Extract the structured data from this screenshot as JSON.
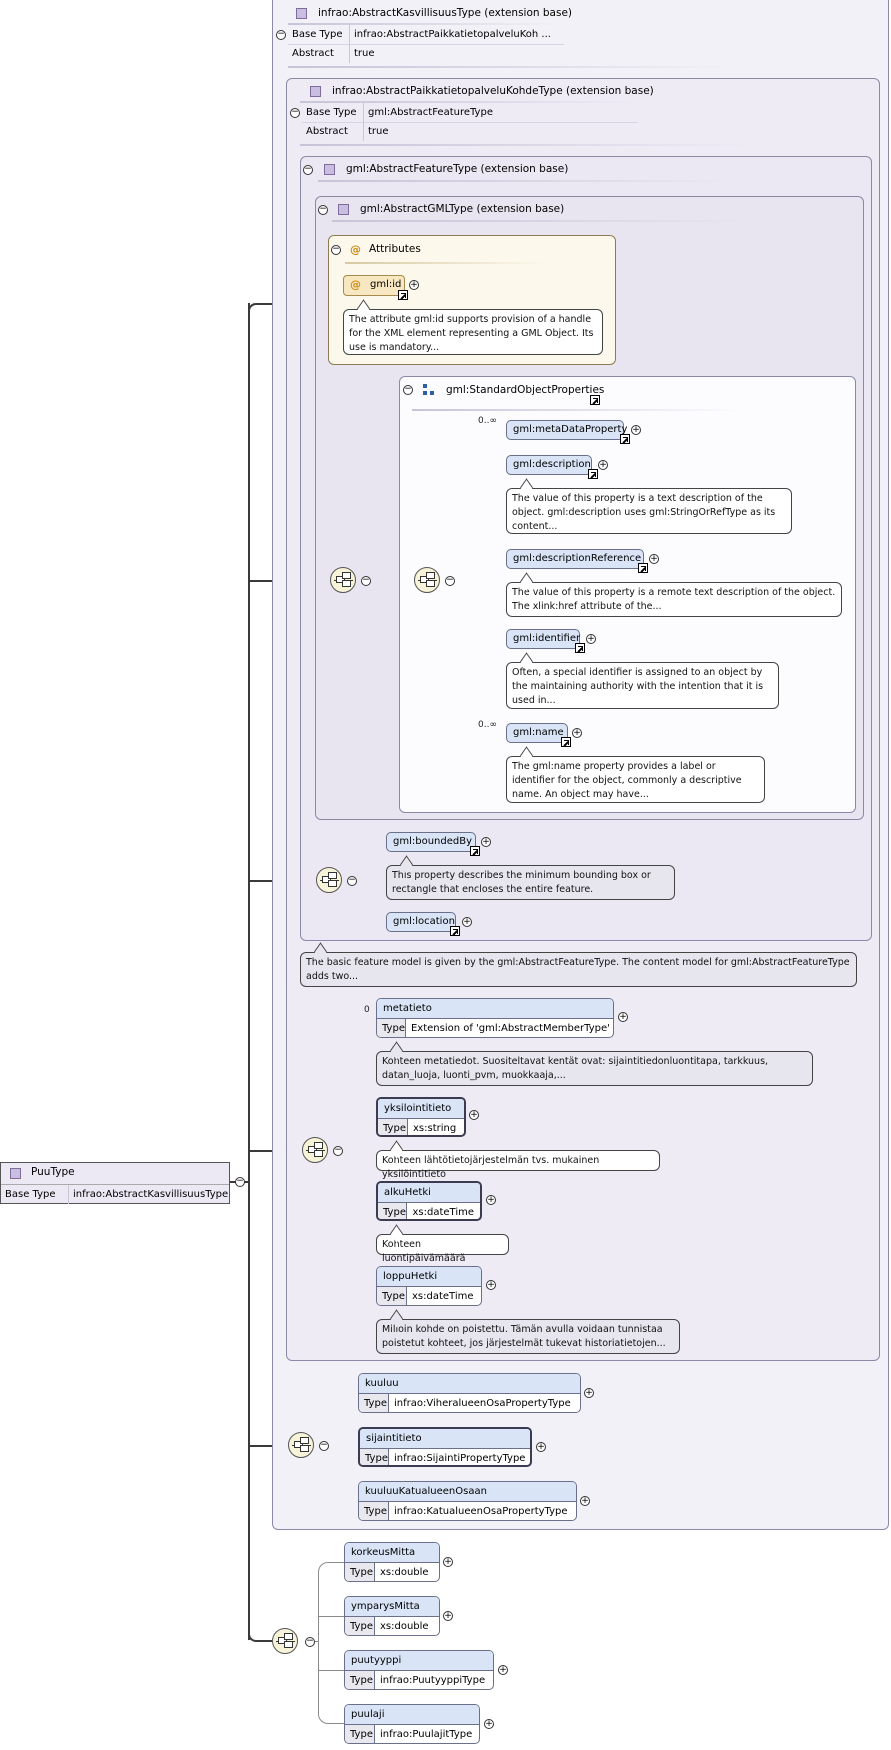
{
  "root": {
    "name": "PuuType",
    "base_key": "Base Type",
    "base_val": "infrao:AbstractKasvillisuusType"
  },
  "kasv": {
    "title": "infrao:AbstractKasvillisuusType (extension base)",
    "base_key": "Base Type",
    "base_val": "infrao:AbstractPaikkatietopalveluKoh ...",
    "abs_key": "Abstract",
    "abs_val": "true"
  },
  "paikka": {
    "title": "infrao:AbstractPaikkatietopalveluKohdeType (extension base)",
    "base_key": "Base Type",
    "base_val": "gml:AbstractFeatureType",
    "abs_key": "Abstract",
    "abs_val": "true"
  },
  "feature": {
    "title": "gml:AbstractFeatureType (extension base)",
    "doc": "The basic feature model is given by the gml:AbstractFeatureType. The content model for gml:AbstractFeatureType adds two..."
  },
  "gml": {
    "title": "gml:AbstractGMLType (extension base)"
  },
  "attributes": {
    "title": "Attributes",
    "id_label": "gml:id",
    "id_doc": "The attribute gml:id supports provision of a handle for the XML element representing a GML Object. Its use is mandatory..."
  },
  "sop": {
    "title": "gml:StandardObjectProperties",
    "card_meta": "0..∞",
    "card_name": "0..∞",
    "items": {
      "metaDataProperty": "gml:metaDataProperty",
      "description": "gml:description",
      "description_doc": "The value of this property is a text description of the object. gml:description uses gml:StringOrRefType as its content...",
      "descriptionReference": "gml:descriptionReference",
      "descriptionReference_doc": "The value of this property is a remote text description of the object. The xlink:href attribute of the...",
      "identifier": "gml:identifier",
      "identifier_doc": "Often, a special identifier is assigned to an object by the maintaining authority with the intention that it is used in...",
      "name": "gml:name",
      "name_doc": "The gml:name property provides a label or identifier for the object, commonly a descriptive name. An object may have..."
    }
  },
  "bounded": {
    "boundedBy": "gml:boundedBy",
    "boundedBy_doc": "This property describes the minimum bounding box or rectangle that encloses the entire feature.",
    "location": "gml:location"
  },
  "paikkaseq": {
    "card_meta": "0",
    "metatieto": {
      "name": "metatieto",
      "tk": "Type",
      "tv": "Extension of 'gml:AbstractMemberType'",
      "doc": "Kohteen metatiedot. Suositeltavat kentät ovat: sijaintitiedonluontitapa, tarkkuus, datan_luoja, luonti_pvm, muokkaaja,..."
    },
    "yksilointitieto": {
      "name": "yksilointitieto",
      "tk": "Type",
      "tv": "xs:string",
      "doc": "Kohteen lähtötietojärjestelmän tvs. mukainen yksilöintitieto"
    },
    "alkuHetki": {
      "name": "alkuHetki",
      "tk": "Type",
      "tv": "xs:dateTime",
      "doc": "Kohteen luontipäivämäärä"
    },
    "loppuHetki": {
      "name": "loppuHetki",
      "tk": "Type",
      "tv": "xs:dateTime",
      "doc": "Milloin kohde on poistettu. Tämän avulla voidaan tunnistaa poistetut kohteet, jos järjestelmät tukevat historiatietojen..."
    }
  },
  "kasvseq": {
    "kuuluu": {
      "name": "kuuluu",
      "tk": "Type",
      "tv": "infrao:ViheralueenOsaPropertyType"
    },
    "sijaintitieto": {
      "name": "sijaintitieto",
      "tk": "Type",
      "tv": "infrao:SijaintiPropertyType"
    },
    "kuuluuKatualueenOsaan": {
      "name": "kuuluuKatualueenOsaan",
      "tk": "Type",
      "tv": "infrao:KatualueenOsaPropertyType"
    }
  },
  "puuseq": {
    "korkeusMitta": {
      "name": "korkeusMitta",
      "tk": "Type",
      "tv": "xs:double"
    },
    "ymparysMitta": {
      "name": "ymparysMitta",
      "tk": "Type",
      "tv": "xs:double"
    },
    "puutyyppi": {
      "name": "puutyyppi",
      "tk": "Type",
      "tv": "infrao:PuutyyppiType"
    },
    "puulaji": {
      "name": "puulaji",
      "tk": "Type",
      "tv": "infrao:PuulajitType"
    }
  },
  "icons": {
    "expand": "plus-circle-icon",
    "collapse": "minus-circle-icon",
    "ref": "reference-arrow-icon",
    "sequence": "sequence-compositor-icon",
    "type": "complex-type-icon",
    "attribute": "attribute-at-icon",
    "group": "group-icon"
  }
}
